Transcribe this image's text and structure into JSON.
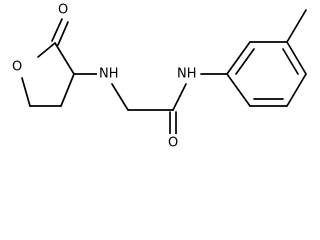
{
  "structure": {
    "atoms": [
      {
        "id": "o-carbonyl-lactone",
        "label": "O"
      },
      {
        "id": "o-ring",
        "label": "O"
      },
      {
        "id": "n-amine",
        "label": "NH"
      },
      {
        "id": "n-amide",
        "label": "NH"
      },
      {
        "id": "o-carbonyl-amide",
        "label": "O"
      }
    ]
  }
}
